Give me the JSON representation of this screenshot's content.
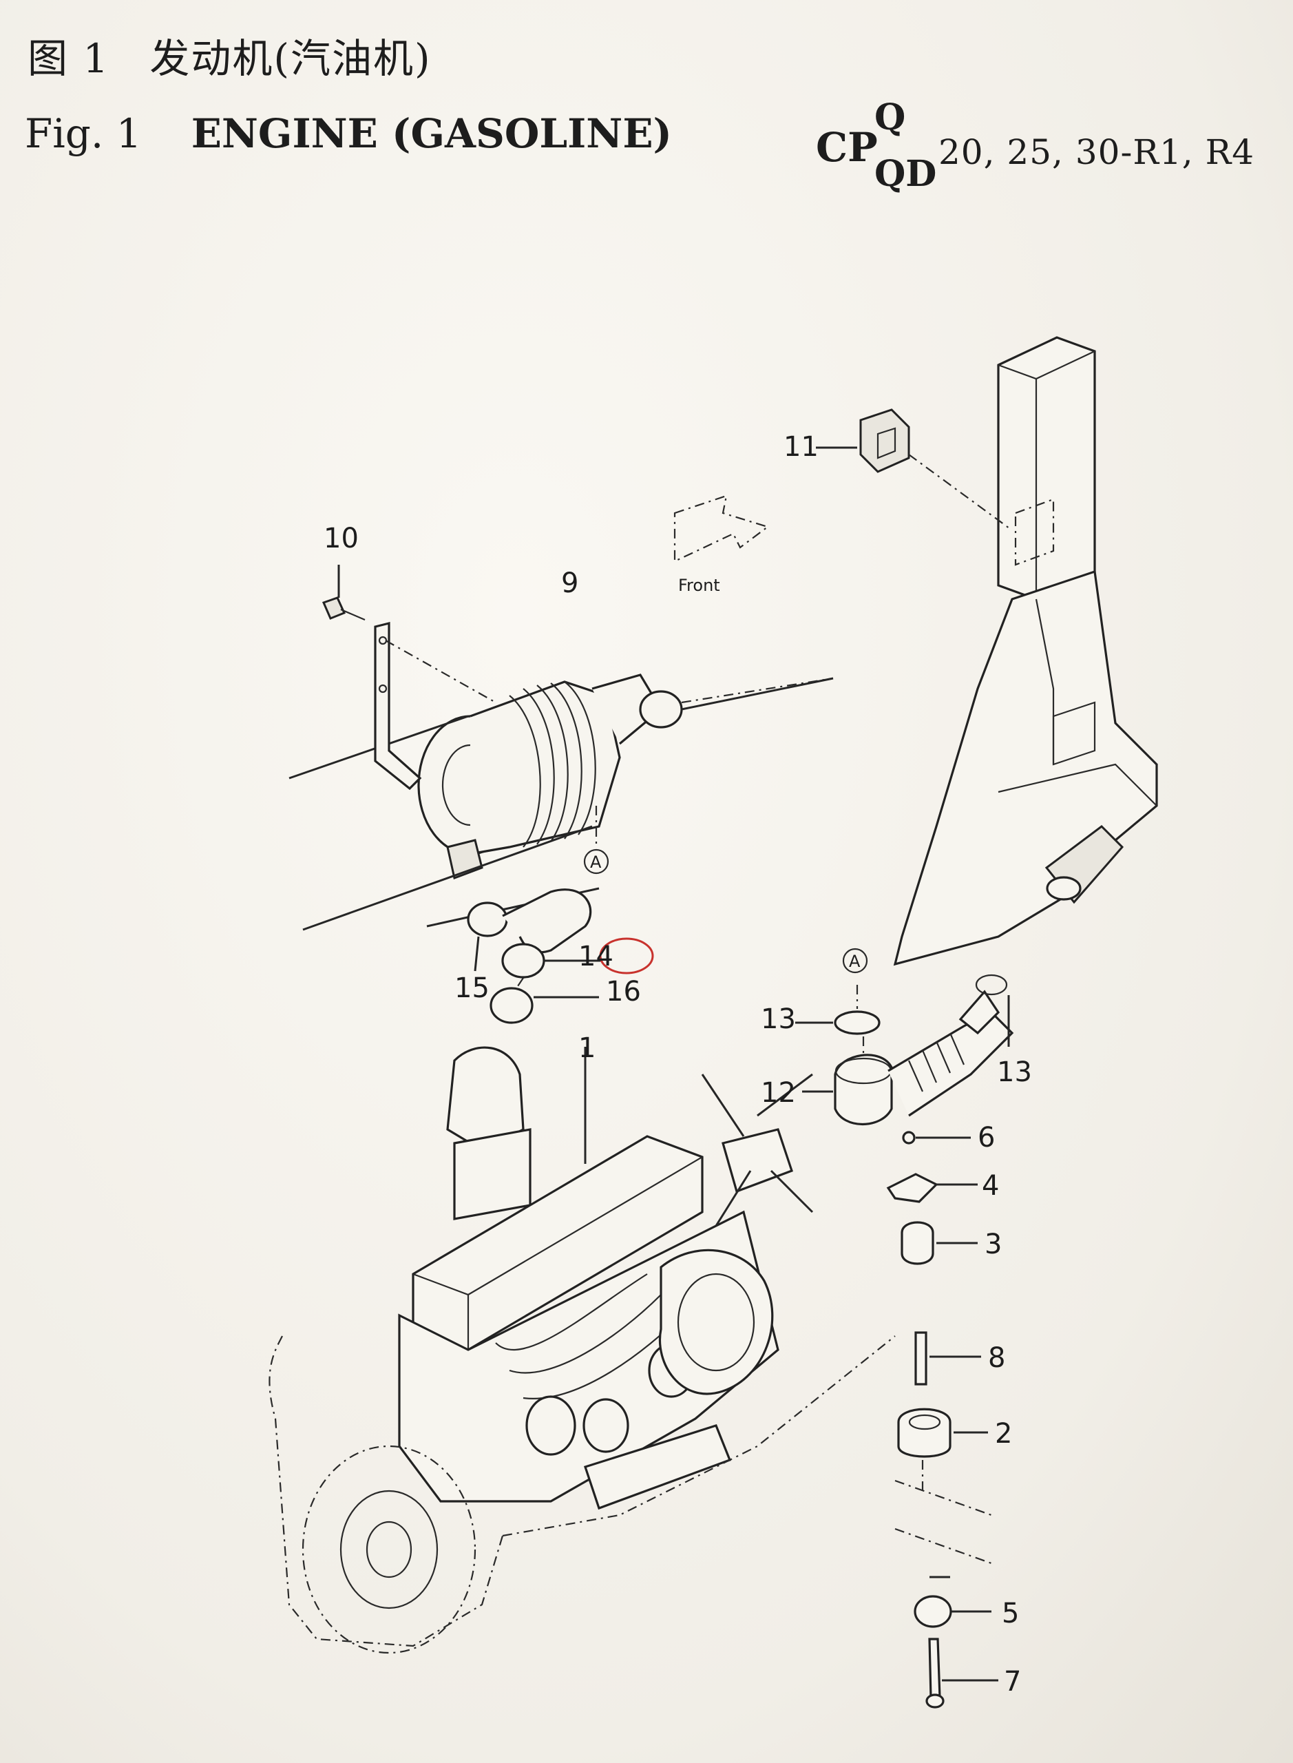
{
  "header": {
    "cn_fig": "图 1",
    "cn_title": "发动机(汽油机)",
    "en_fig": "Fig. 1",
    "en_title": "ENGINE (GASOLINE)",
    "model_prefix": "CP",
    "model_sup": "Q",
    "model_sub": "QD",
    "model_range": "20, 25, 30-R1, R4"
  },
  "front_label": "Front",
  "callouts": {
    "c1": "1",
    "c2": "2",
    "c3": "3",
    "c4": "4",
    "c5": "5",
    "c6": "6",
    "c7": "7",
    "c8": "8",
    "c9": "9",
    "c10": "10",
    "c11": "11",
    "c12": "12",
    "c13a": "13",
    "c13b": "13",
    "c14": "14",
    "c15": "15",
    "c16": "16",
    "markA1": "A",
    "markA2": "A"
  },
  "colors": {
    "highlight_circle": "#c8322d",
    "ink": "#222222"
  }
}
